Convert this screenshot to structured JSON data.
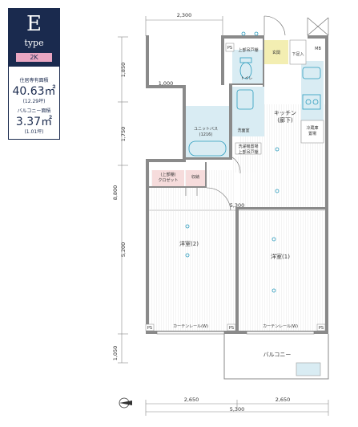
{
  "unit": {
    "type_letter": "E",
    "type_word": "type",
    "layout": "2K",
    "private_area_label": "住居専有面積",
    "private_area_value": "40.63㎡",
    "private_area_tsubo": "(12.29坪)",
    "balcony_label": "バルコニー面積",
    "balcony_value": "3.37㎡",
    "balcony_tsubo": "(1.01坪)"
  },
  "dimensions": {
    "top_width": "2,300",
    "notch_width": "1,000",
    "overall_width_bottom": "5,300",
    "room_width_mid": "5,300",
    "left_half": "2,650",
    "right_half": "2,650",
    "seg_1850": "1,850",
    "seg_1750": "1,750",
    "seg_5200": "5,200",
    "seg_1050": "1,050",
    "overall_height": "8,800"
  },
  "rooms": {
    "entrance": "玄関",
    "shoe_box": "下足入",
    "mb": "MB",
    "toilet_upper_label": "上部吊戸棚",
    "toilet": "トイレ",
    "unit_bath": "ユニットバス",
    "unit_bath_size": "(1216)",
    "washroom": "洗面室",
    "laundry_pan": "洗濯機置場",
    "upper_shelf": "上部吊戸棚",
    "kitchen": "キッチン",
    "kitchen_sub": "(廊下)",
    "fridge": "冷蔵庫",
    "fridge_sub": "置場",
    "closet_upper": "(上部棚)",
    "closet": "クロゼット",
    "storage": "収納",
    "western_2": "洋室(2)",
    "western_1": "洋室(1)",
    "curtain_left": "カーテンレール(W)",
    "curtain_right": "カーテンレール(W)",
    "balcony": "バルコニー",
    "ps_top": "PS",
    "ps_left": "PS",
    "ps_mid": "PS",
    "ps_right": "PS"
  },
  "colors": {
    "navy": "#1a2a4e",
    "pink": "#e9a6c2",
    "wall": "#8a8a8a",
    "wet": "#d9ecf3",
    "entry": "#f3eeb2",
    "closet": "#f6dcdc",
    "fixture": "#2a9bbd"
  }
}
